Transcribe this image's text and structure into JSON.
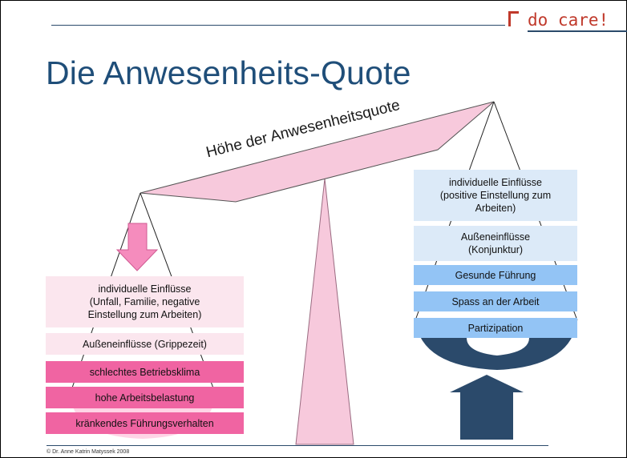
{
  "logo": {
    "text": "do care!"
  },
  "title": "Die Anwesenheits-Quote",
  "beam": {
    "label": "Höhe der Anwesenheitsquote"
  },
  "left_pan": {
    "factors": [
      {
        "text": "individuelle Einflüsse\n(Unfall, Familie, negative\nEinstellung zum Arbeiten)"
      },
      {
        "text": "Außeneinflüsse (Grippezeit)"
      },
      {
        "text": "schlechtes Betriebsklima"
      },
      {
        "text": "hohe Arbeitsbelastung"
      },
      {
        "text": "kränkendes Führungsverhalten"
      }
    ]
  },
  "right_pan": {
    "factors": [
      {
        "text": "individuelle Einflüsse\n(positive Einstellung zum\nArbeiten)"
      },
      {
        "text": "Außeneinflüsse\n(Konjunktur)"
      },
      {
        "text": "Gesunde Führung"
      },
      {
        "text": "Spass an der Arbeit"
      },
      {
        "text": "Partizipation"
      }
    ]
  },
  "footer": {
    "text": "© Dr. Anne Katrin Matyssek 2008"
  },
  "colors": {
    "title": "#1f4e79",
    "logo": "#c0392b",
    "beam_fill": "#f7c9dc",
    "left_light": "#fbe6ee",
    "left_dark": "#f064a2",
    "right_light": "#dceaf8",
    "right_dark": "#93c4f5",
    "down_arrow": "#f58cbd",
    "up_arrow": "#2b4a6b"
  }
}
